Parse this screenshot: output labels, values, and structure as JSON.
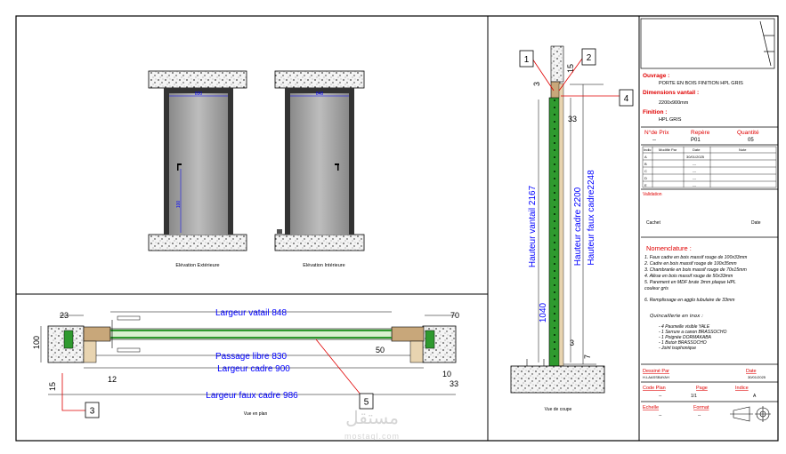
{
  "views": {
    "elev_ext": "Elévation Extérieure",
    "elev_int": "Elévation Intérieure",
    "plan": "Vue en plan",
    "coupe": "Vue de coupe"
  },
  "small_dims": {
    "e1": "830",
    "e2": "848",
    "e3": "100"
  },
  "plan_dims": {
    "vatail": "Largeur vatail 848",
    "passage": "Passage libre 830",
    "cadre": "Largeur cadre 900",
    "faux": "Largeur faux cadre 986",
    "d23": "23",
    "d100": "100",
    "d15": "15",
    "d12": "12",
    "d70": "70",
    "d50": "50",
    "d10": "10",
    "d33": "33"
  },
  "section_dims": {
    "d3t": "3",
    "d15": "15",
    "d33": "33",
    "vantail": "Hauteur vantail 2167",
    "cadre": "Hauteur cadre 2200",
    "faux": "Hauteur faux cadre2248",
    "d1040": "1040",
    "d3b": "3",
    "d7": "7"
  },
  "callouts": [
    "1",
    "2",
    "3",
    "4",
    "5"
  ],
  "title_block": {
    "ouvrage_label": "Ouvrage :",
    "ouvrage": "PORTE EN BOIS FINITION HPL GRIS",
    "dim_label": "Dimensions vantail :",
    "dim": "2200x900mm",
    "finition_label": "Finition :",
    "finition": "HPL GRIS",
    "prix_label": "N°de Prix",
    "repere_label": "Repère",
    "quantite_label": "Quantité",
    "prix": "--",
    "repere": "P01",
    "quantite": "05",
    "rev_headers": [
      "Indic",
      "Modifié Par",
      "Date",
      "Note"
    ],
    "rev_rows": [
      [
        "A",
        "",
        "30/01/2025",
        ""
      ],
      [
        "B",
        "",
        "---",
        ""
      ],
      [
        "C",
        "",
        "---",
        ""
      ],
      [
        "D",
        "",
        "---",
        ""
      ],
      [
        "E",
        "",
        "---",
        ""
      ]
    ],
    "validation": "Validation",
    "cachet": "Cachet",
    "date": "Date",
    "nomenclature_title": "Nomenclature :",
    "nomenclature": [
      "1. Faux cadre en bois massif rouge de 100x33mm",
      "2. Cadre en bois massif rouge de 100x35mm",
      "3. Chambranle en bois massif rouge de 70x15mm",
      "4. Alèse en bois massif rouge de 50x33mm",
      "5. Parement en MDF brute 3mm plaque HPL",
      "couleur gris",
      "6. Remplissage en agglo tubulaire de 33mm"
    ],
    "quinc_title": "Quincaillerie en inox :",
    "quinc": [
      "- 4 Paumelle visible YALE",
      "- 1 Serrure a canon BRASSOCHO",
      "- 1 Poignée DORMAKABA",
      "- 1 Butoir BRASSOCHO",
      "- Joint isophonique"
    ],
    "dessine_label": "Dessiné Par",
    "dessine": "H.LAASSBAYAH",
    "date_label": "Date",
    "date_value": "30/01/2025",
    "codeplan_label": "Code Plan",
    "page_label": "Page",
    "indice_label": "Indice",
    "codeplan": "--",
    "page": "1/1",
    "indice": "A",
    "echelle_label": "Echelle",
    "format_label": "Format",
    "echelle": "--",
    "format": "--"
  },
  "watermark": {
    "arabic": "مستقل",
    "latin": "mostaql.com"
  },
  "colors": {
    "blue": "#0000ff",
    "red": "#e00000",
    "green": "#2f9a2f",
    "brown": "#c8a77a"
  }
}
